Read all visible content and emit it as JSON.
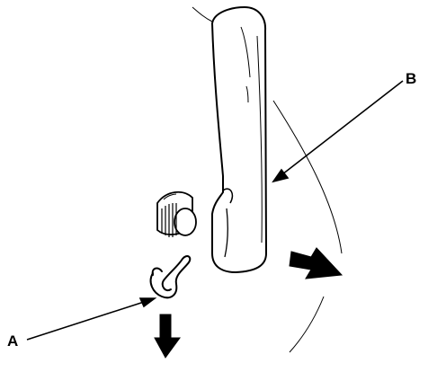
{
  "callouts": {
    "a": "A",
    "b": "B"
  },
  "parts": {
    "a": "clip",
    "b": "handle-lever"
  },
  "arrows": {
    "down": "removal-direction-down",
    "right": "removal-direction-right"
  },
  "colors": {
    "line": "#000000",
    "background": "#ffffff"
  }
}
